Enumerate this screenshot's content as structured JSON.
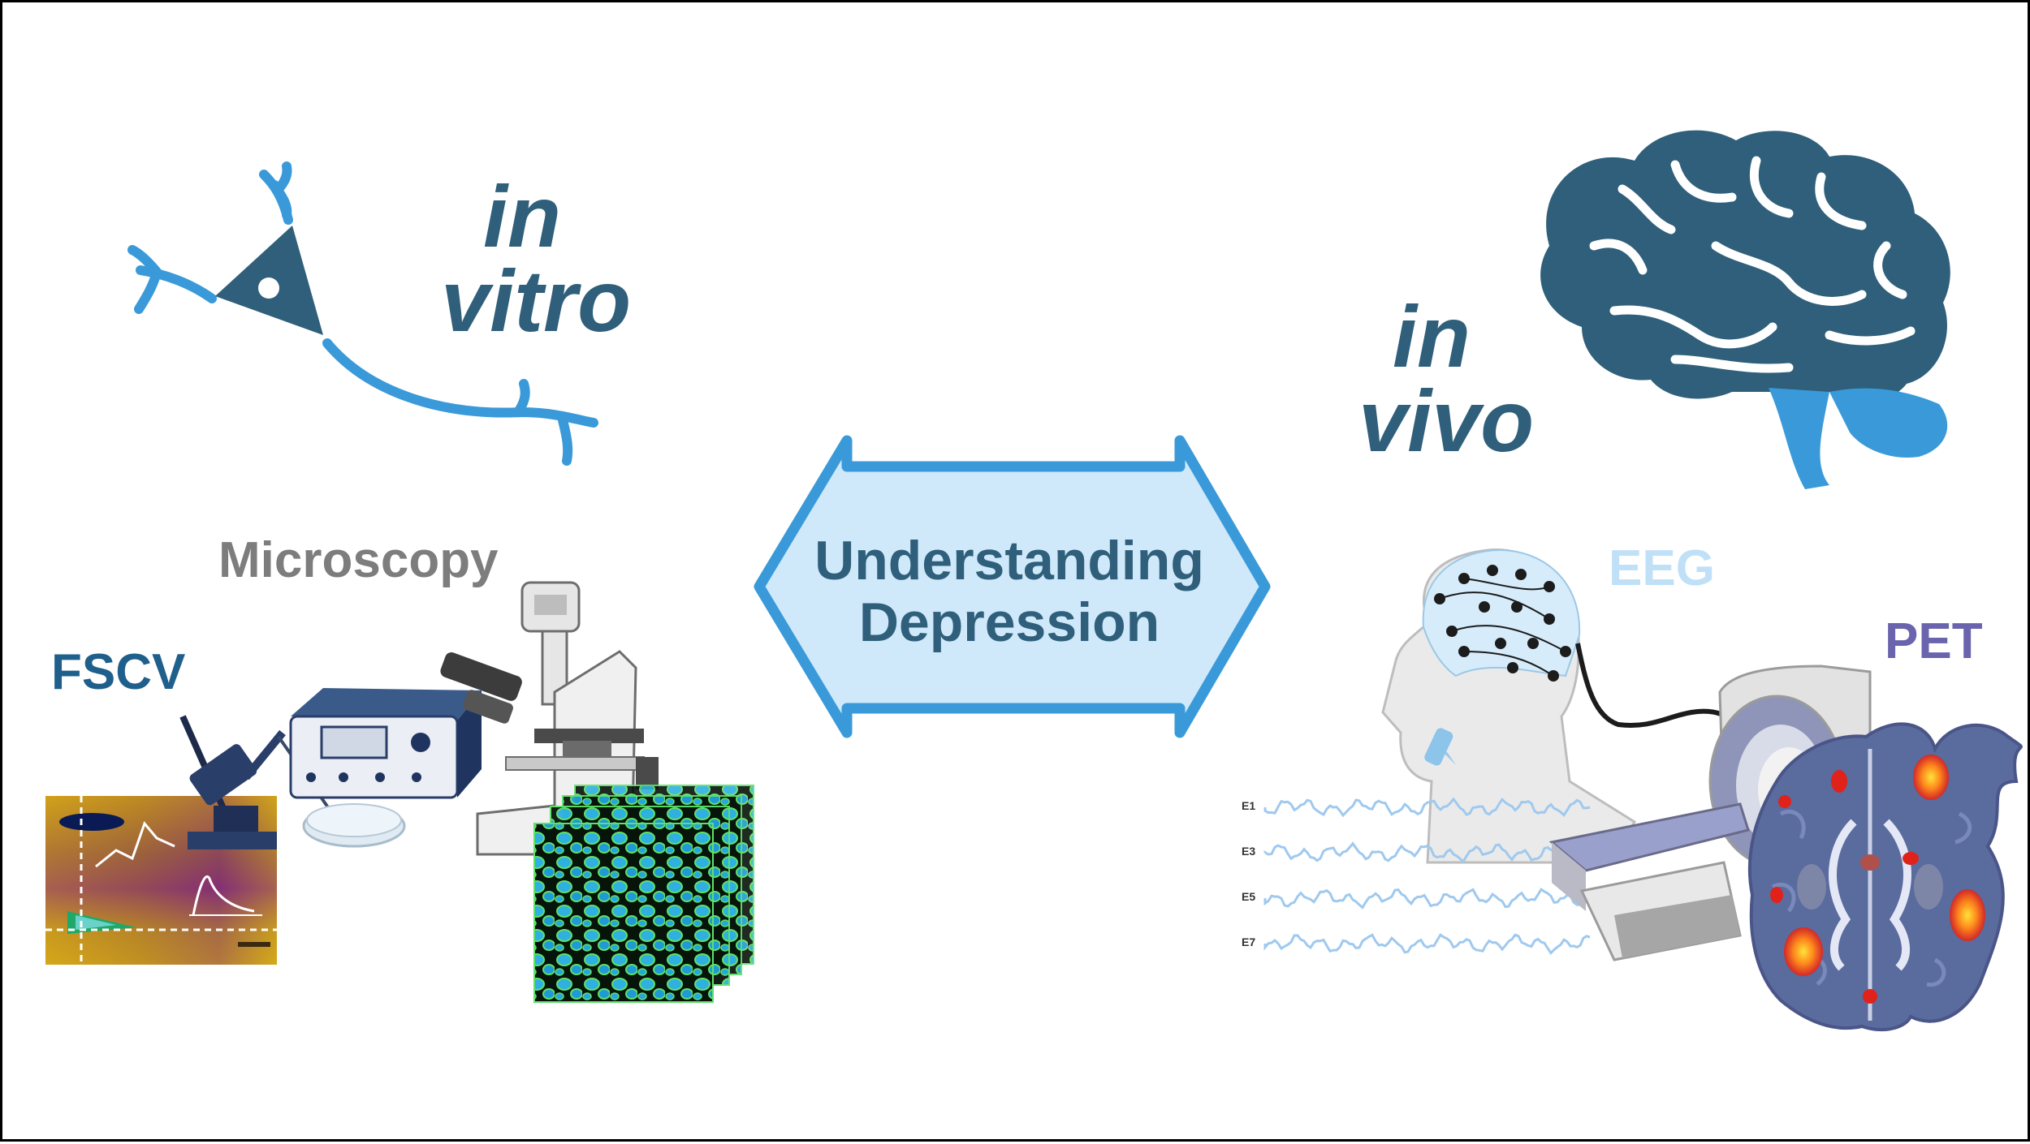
{
  "in_vitro": {
    "line1": "in",
    "line2": "vitro"
  },
  "in_vivo": {
    "line1": "in",
    "line2": "vivo"
  },
  "center": {
    "line1": "Understanding",
    "line2": "Depression"
  },
  "methods": {
    "microscopy": "Microscopy",
    "fscv": "FSCV",
    "eeg": "EEG",
    "pet": "PET"
  },
  "eeg_channels": [
    "E1",
    "E3",
    "E5",
    "E7"
  ],
  "icons": [
    "neuron-icon",
    "brain-icon",
    "double-arrow",
    "microscope-icon",
    "electrode-setup-icon",
    "fscv-color-plot",
    "cell-image-stack",
    "eeg-head-icon",
    "pet-scanner-icon",
    "pet-brain-scan"
  ],
  "colors": {
    "neuron_blue": "#3a9ad9",
    "dark_slate": "#2f5f7a",
    "arrow_fill": "#cfe9fb",
    "arrow_stroke": "#3a9ad9",
    "pet_purple": "#6a63ad",
    "eeg_light": "#bfe0f7"
  }
}
